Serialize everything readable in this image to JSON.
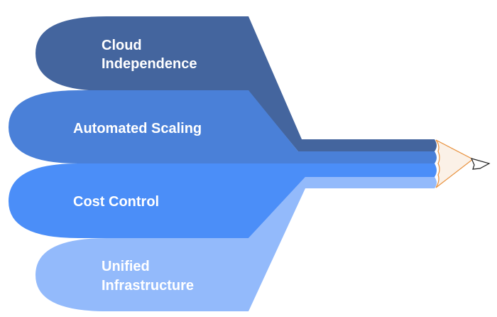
{
  "colors": {
    "band1": "#44659e",
    "band2": "#4a80d8",
    "band3": "#4b8ef8",
    "band4": "#93bafb",
    "pencil_wood": "#fbf1e7",
    "pencil_outline": "#e8913d",
    "pencil_lead": "#222222"
  },
  "bands": [
    {
      "label_lines": [
        "Cloud",
        "Independence"
      ]
    },
    {
      "label_lines": [
        "Automated Scaling"
      ]
    },
    {
      "label_lines": [
        "Cost Control"
      ]
    },
    {
      "label_lines": [
        "Unified",
        "Infrastructure"
      ]
    }
  ]
}
